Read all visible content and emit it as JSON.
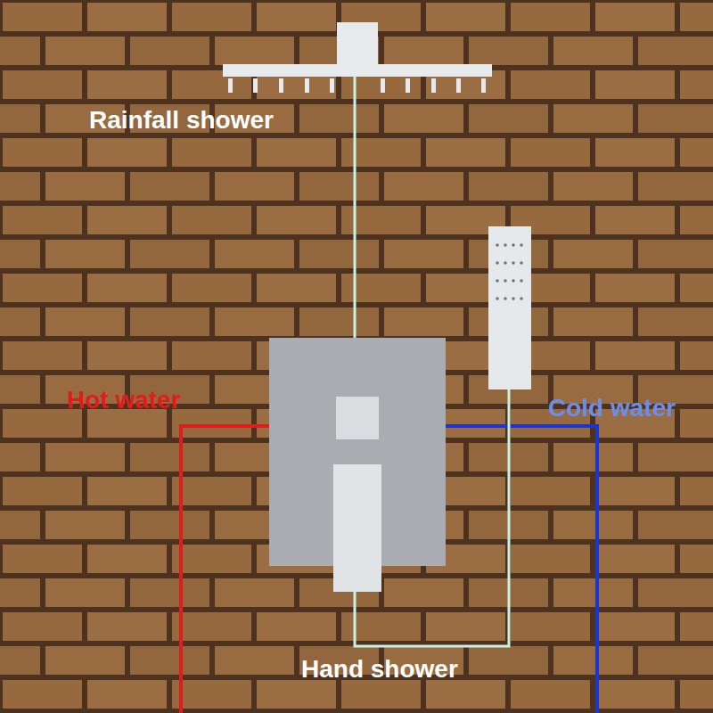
{
  "diagram": {
    "labels": [
      "Rainfall shower",
      "Hot water",
      "Cold water",
      "Hand shower"
    ]
  }
}
